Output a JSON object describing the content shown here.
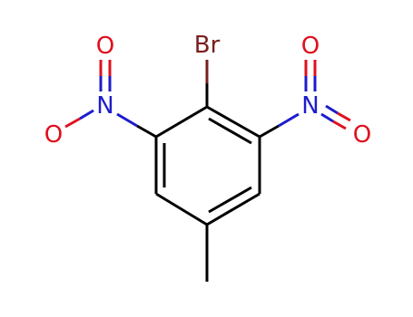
{
  "molecule": {
    "atoms": {
      "bromine": "Br",
      "nitrogen_left": "N",
      "nitrogen_right": "N",
      "oxygen_left_upper": "O",
      "oxygen_left_lower": "O",
      "oxygen_right_upper": "O",
      "oxygen_right_lower": "O"
    },
    "colors": {
      "bond": "#000000",
      "bromine": "#7a1e1e",
      "nitrogen": "#1c1ccc",
      "oxygen": "#e0101e"
    }
  }
}
